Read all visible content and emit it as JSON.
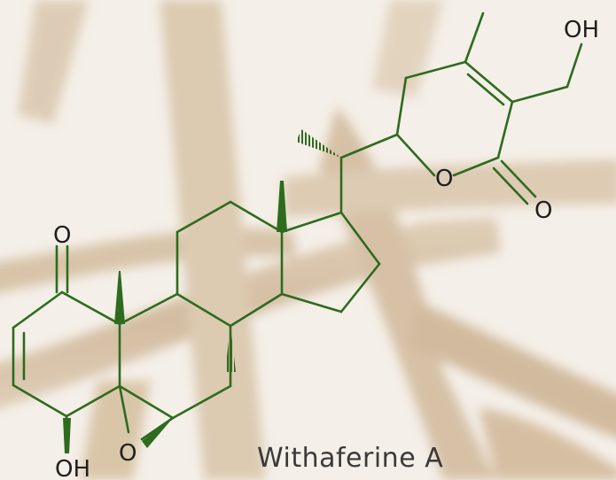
{
  "compound_name": "Withaferine A",
  "colors": {
    "bond": "#2e6b1e",
    "label": "#1f1f1f",
    "title": "#3a3a3a",
    "background": "#f4efe8",
    "root": "#d6c2a8"
  },
  "atoms": {
    "oh_top": "OH",
    "ketone_o": "O",
    "epoxide_o": "O",
    "oh_bottom": "OH",
    "lactone_ring_o": "O",
    "lactone_carbonyl_o": "O"
  }
}
